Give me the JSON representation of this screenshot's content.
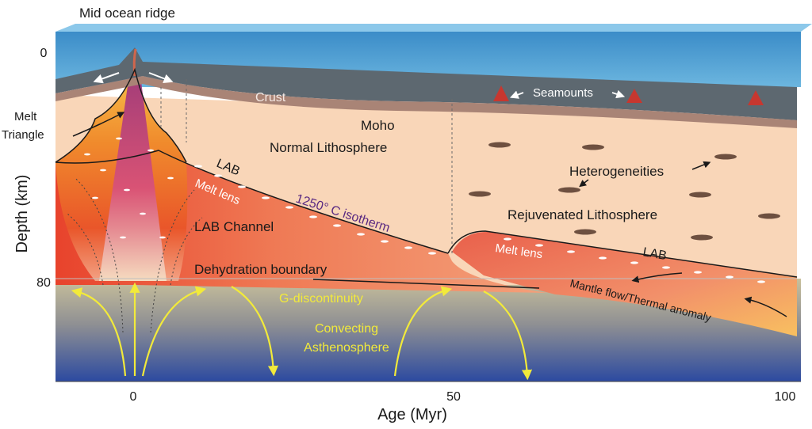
{
  "title": "Mid ocean ridge",
  "axes": {
    "x_label": "Age (Myr)",
    "y_label": "Depth (km)",
    "x_ticks": [
      "0",
      "50",
      "100"
    ],
    "y_ticks": [
      "0",
      "80"
    ]
  },
  "labels": {
    "crust": "Crust",
    "seamounts": "Seamounts",
    "melt_triangle_line1": "Melt",
    "melt_triangle_line2": "Triangle",
    "moho": "Moho",
    "normal_lithosphere": "Normal Lithosphere",
    "heterogeneities": "Heterogeneities",
    "rejuvenated_lithosphere": "Rejuvenated Lithosphere",
    "lab_left": "LAB",
    "lab_right": "LAB",
    "melt_lens_left": "Melt lens",
    "melt_lens_right": "Melt lens",
    "isotherm": "1250° C isotherm",
    "lab_channel": "LAB Channel",
    "dehydration_boundary": "Dehydration boundary",
    "g_discontinuity": "G-discontinuity",
    "asthenosphere_line1": "Convecting",
    "asthenosphere_line2": "Asthenosphere",
    "mantle_flow": "Mantle flow/Thermal anomaly"
  },
  "colors": {
    "ocean": "#4f9ccf",
    "crust": "#5d6870",
    "lithosphere": "#f9d6b8",
    "asthenosphere_top": "#c8bf9a",
    "asthenosphere_bottom": "#2c4aa0",
    "melt_hot": "#e4352a",
    "melt_core": "#c23c8a",
    "isotherm_text": "#5a2a82",
    "flow_arrow": "#f2ea3a",
    "heterogeneity": "#6e5040"
  }
}
